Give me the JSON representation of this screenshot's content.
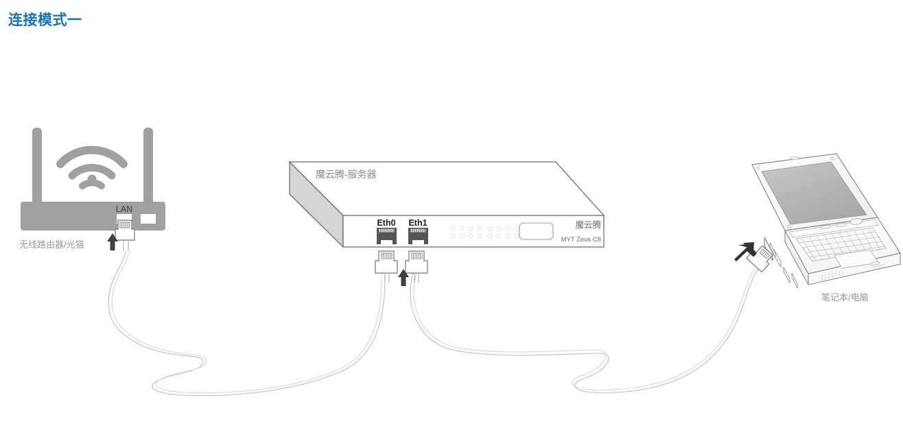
{
  "page": {
    "title": "连接模式一",
    "title_color": "#1471bd",
    "background_color": "#ffffff"
  },
  "diagram": {
    "type": "network-connection-diagram",
    "devices": [
      {
        "id": "wireless-router",
        "label": "无线路由器/光猫",
        "port_label": "LAN",
        "body_color": "#a0a0a0",
        "port_count": 2,
        "has_wifi_symbol": true,
        "antenna_count": 2
      },
      {
        "id": "myt-server",
        "top_label": "魔云腾-服务器",
        "brand_label": "魔云腾",
        "model_label": "MYT Zeus C8",
        "ports": [
          "Eth0",
          "Eth1"
        ],
        "led_groups": 2,
        "leds_per_group": 8,
        "top_face_color": "#ffffff",
        "side_face_color": "#d4d4d4",
        "outline_color": "#666666",
        "port_jack_color": "#555555"
      },
      {
        "id": "laptop",
        "label": "笔记本/电脑",
        "outline_color": "#808080",
        "screen_color": "#b8b8b8"
      }
    ],
    "cables": [
      {
        "id": "cable-router-to-eth0",
        "from": "wireless-router.LAN",
        "to": "myt-server.Eth0",
        "color": "#c8c8c8"
      },
      {
        "id": "cable-eth1-to-laptop",
        "from": "myt-server.Eth1",
        "to": "laptop.lan-port",
        "color": "#c8c8c8"
      }
    ],
    "arrows": [
      {
        "id": "arrow-router-lan",
        "direction": "up",
        "color": "#404040"
      },
      {
        "id": "arrow-server-eth",
        "direction": "up",
        "color": "#404040"
      },
      {
        "id": "arrow-laptop-lan",
        "direction": "up-right",
        "color": "#3a3a3a"
      }
    ]
  }
}
